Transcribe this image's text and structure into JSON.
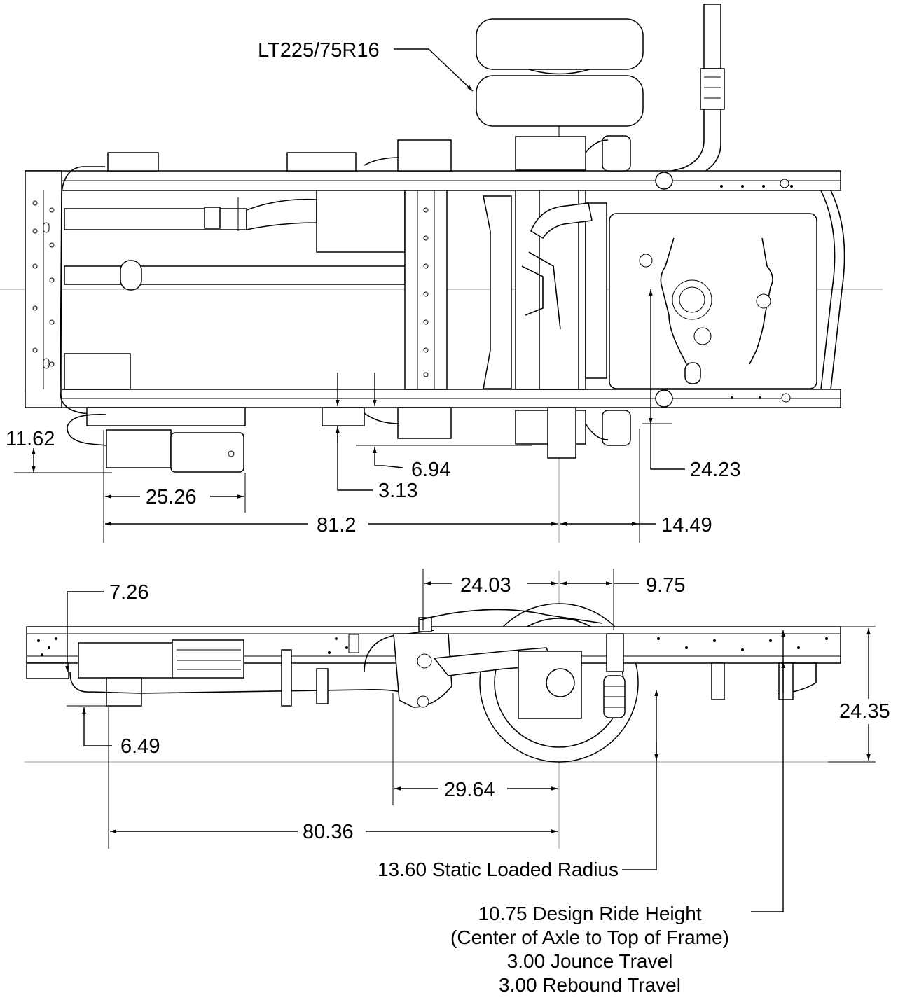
{
  "tire_callout": "LT225/75R16",
  "top_view": {
    "dims": {
      "d_11_62": "11.62",
      "d_25_26": "25.26",
      "d_81_2": "81.2",
      "d_14_49": "14.49",
      "d_6_94": "6.94",
      "d_3_13": "3.13",
      "d_24_23": "24.23"
    }
  },
  "side_view": {
    "dims": {
      "d_7_26": "7.26",
      "d_24_03": "24.03",
      "d_9_75": "9.75",
      "d_24_35": "24.35",
      "d_6_49": "6.49",
      "d_29_64": "29.64",
      "d_80_36": "80.36"
    },
    "static_radius": "13.60 Static Loaded Radius",
    "ride_height_lines": [
      "10.75 Design Ride Height",
      "(Center of Axle to Top of Frame)",
      "3.00 Jounce Travel",
      "3.00 Rebound Travel"
    ]
  }
}
